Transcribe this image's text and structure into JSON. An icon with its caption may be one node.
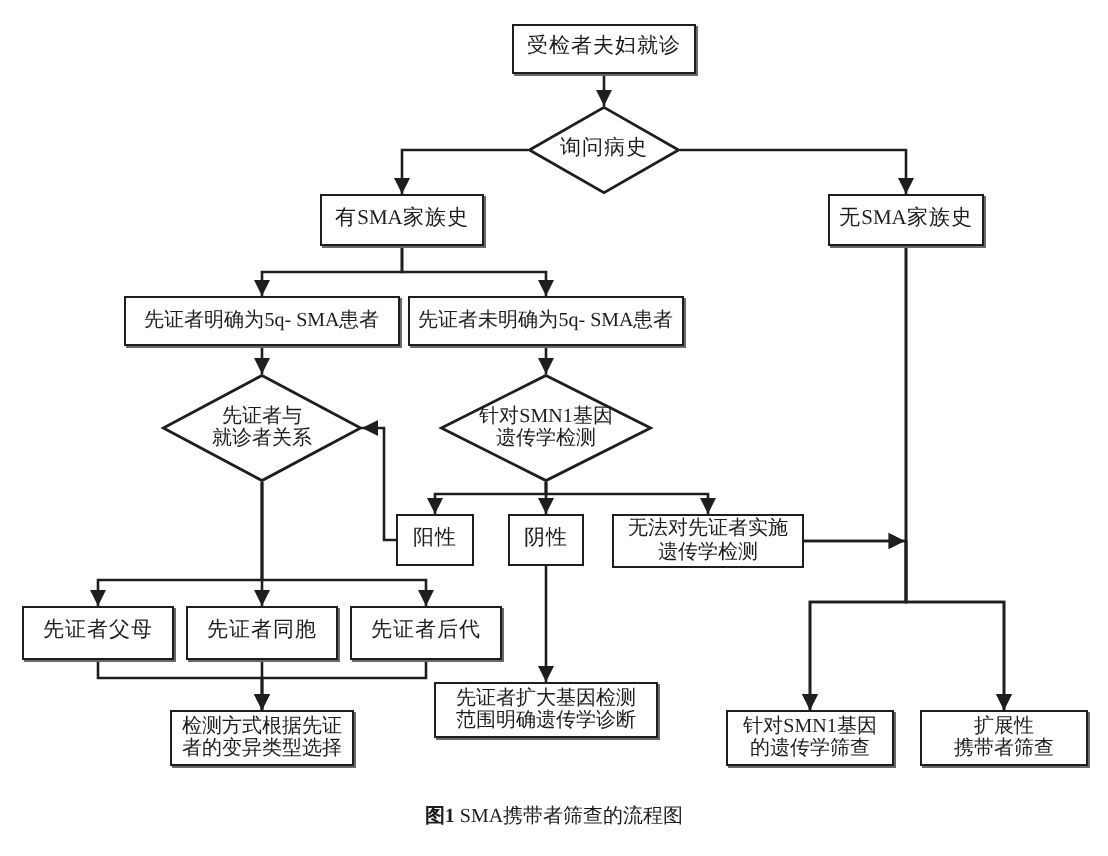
{
  "diagram": {
    "caption": "**图1** SMA携带者筛查的流程图",
    "nodes": [
      {
        "text": [
          "受检者夫妇就诊"
        ]
      },
      {
        "text": [
          "询问病史"
        ]
      },
      {
        "text": [
          "有SMA家族史"
        ]
      },
      {
        "text": [
          "无SMA家族史"
        ]
      },
      {
        "text": [
          "先证者明确为5q- SMA患者"
        ]
      },
      {
        "text": [
          "先证者未明确为5q- SMA患者"
        ]
      },
      {
        "text": [
          "先证者与就诊者关系"
        ]
      },
      {
        "text": [
          "针对SMN1基因遗传学检测"
        ]
      },
      {
        "text": [
          "阳性"
        ]
      },
      {
        "text": [
          "阴性"
        ]
      },
      {
        "text": [
          "无法对先证者实施遗传学检测"
        ]
      },
      {
        "text": [
          "先证者父母"
        ]
      },
      {
        "text": [
          "先证者同胞"
        ]
      },
      {
        "text": [
          "先证者后代"
        ]
      },
      {
        "text": [
          "检测方式根据先证者的变异类型选择"
        ]
      },
      {
        "text": [
          "先证者扩大基因检测范围明确遗传学诊断"
        ]
      },
      {
        "text": [
          "针对SMN1基因的遗传学筛查"
        ]
      },
      {
        "text": [
          "扩展性携带者筛查"
        ]
      }
    ],
    "edges": [
      {
        "from": 0,
        "to": 1,
        "arrow": "to"
      },
      {
        "from": 1,
        "to": 2,
        "arrow": "to"
      },
      {
        "from": 1,
        "to": 3,
        "arrow": "to"
      },
      {
        "from": 2,
        "to": 4,
        "arrow": "to"
      },
      {
        "from": 2,
        "to": 5,
        "arrow": "to"
      },
      {
        "from": 4,
        "to": 6,
        "arrow": "to"
      },
      {
        "from": 5,
        "to": 7,
        "arrow": "to"
      },
      {
        "from": 7,
        "to": 8,
        "arrow": "to"
      },
      {
        "from": 7,
        "to": 9,
        "arrow": "to"
      },
      {
        "from": 7,
        "to": 10,
        "arrow": "to"
      },
      {
        "from": 8,
        "to": 6,
        "arrow": "to"
      },
      {
        "from": 6,
        "to": 11,
        "arrow": "to"
      },
      {
        "from": 6,
        "to": 12,
        "arrow": "to"
      },
      {
        "from": 6,
        "to": 13,
        "arrow": "to"
      },
      {
        "from": 11,
        "to": 14,
        "arrow": "to"
      },
      {
        "from": 12,
        "to": 14,
        "arrow": "to"
      },
      {
        "from": 13,
        "to": 14,
        "arrow": "to"
      },
      {
        "from": 9,
        "to": 15,
        "arrow": "to"
      },
      {
        "from": 3,
        "to": 16,
        "arrow": "to"
      },
      {
        "from": 3,
        "to": 17,
        "arrow": "to"
      },
      {
        "from": 10,
        "to": 16,
        "arrow": "to"
      },
      {
        "from": 10,
        "to": 17,
        "arrow": "to"
      }
    ]
  }
}
